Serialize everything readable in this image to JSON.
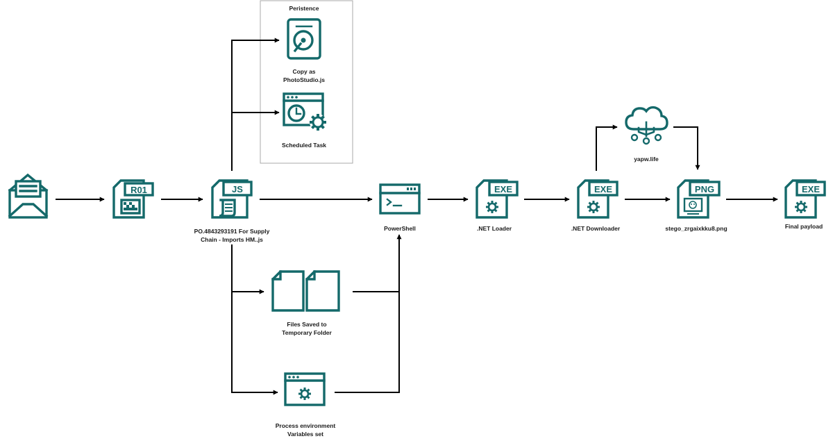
{
  "nodes": {
    "email": {
      "label": ""
    },
    "r01": {
      "tag": "R01",
      "label": ""
    },
    "js": {
      "tag": "JS",
      "label_line1": "PO.4843293191 For Supply",
      "label_line2": "Chain - Imports HM..js"
    },
    "persistence": {
      "title": "Peristence"
    },
    "copy": {
      "label_line1": "Copy as",
      "label_line2": "PhotoStudio.js"
    },
    "scheduled_task": {
      "label": "Scheduled Task"
    },
    "files": {
      "label_line1": "Files Saved to",
      "label_line2": "Temporary Folder"
    },
    "process_env": {
      "label_line1": "Process environment",
      "label_line2": "Variables set"
    },
    "powershell": {
      "label": "PowerShell"
    },
    "net_loader": {
      "tag": "EXE",
      "label": ".NET Loader"
    },
    "net_downloader": {
      "tag": "EXE",
      "label": ".NET Downloader"
    },
    "cloud": {
      "label": "yapw.life"
    },
    "png": {
      "tag": "PNG",
      "label": "stego_zrgaixkku8.png"
    },
    "final": {
      "tag": "EXE",
      "label": "Final payload"
    }
  },
  "colors": {
    "icon": "#14696a",
    "arrow": "#000000",
    "text": "#1a1a1a",
    "box_border": "#aaaaaa"
  },
  "icons": [
    "envelope-icon",
    "archive-file-icon",
    "script-file-icon",
    "hard-drive-icon",
    "scheduled-task-icon",
    "documents-icon",
    "window-gear-icon",
    "terminal-icon",
    "exe-file-icon",
    "cloud-network-icon",
    "image-file-icon"
  ]
}
